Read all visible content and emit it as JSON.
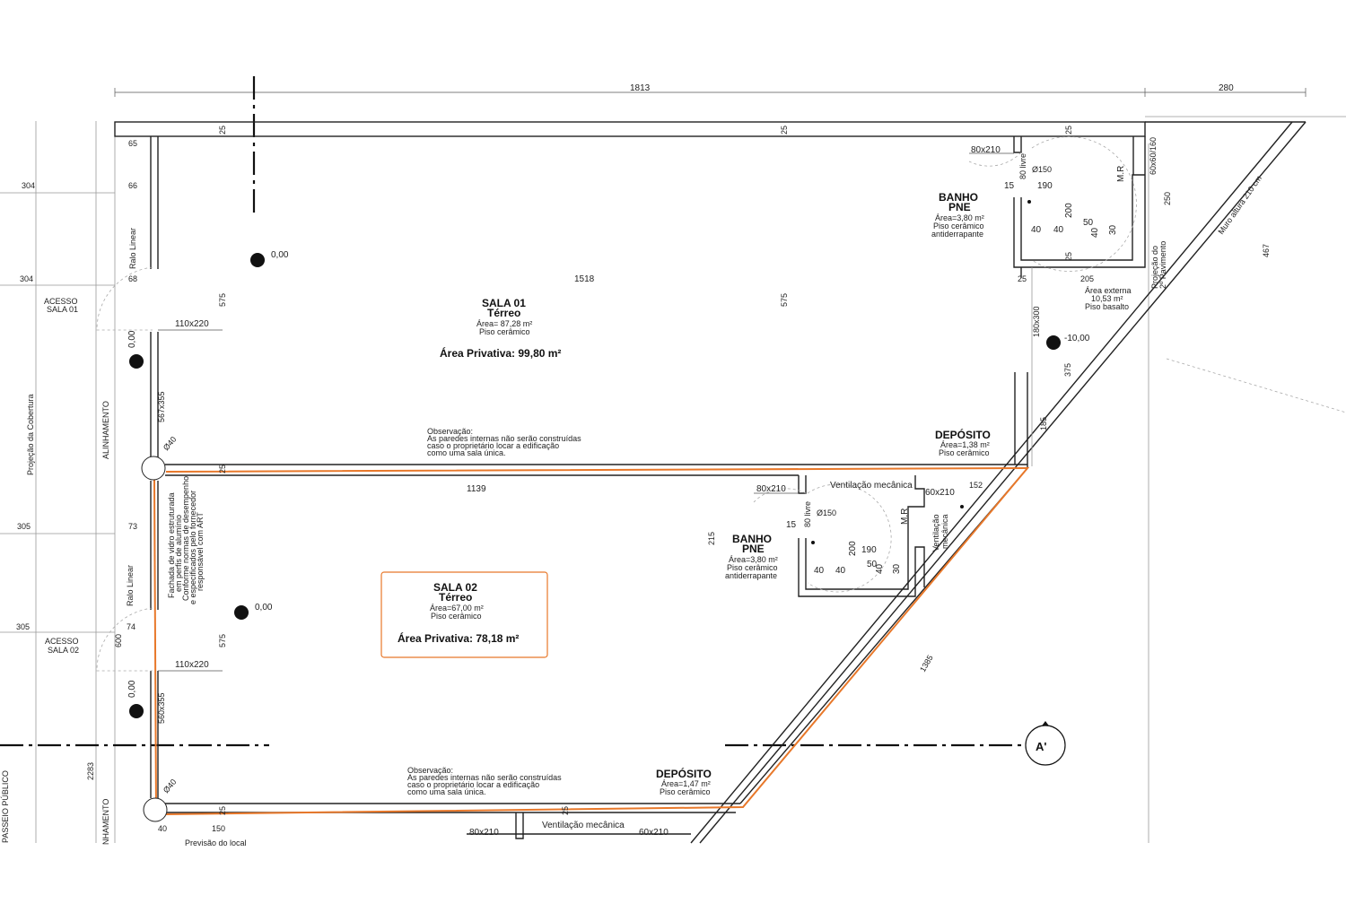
{
  "dimensions": {
    "top_total": "1813",
    "top_right": "280",
    "wall_25_a": "25",
    "wall_25_b": "25",
    "wall_25_c": "25",
    "left_65": "65",
    "left_66": "66",
    "left_68": "68",
    "left_73": "73",
    "left_74": "74",
    "outer_304_a": "304",
    "outer_304_b": "304",
    "outer_305_a": "305",
    "outer_305_b": "305",
    "sala01_width": "1518",
    "sala01_height_a": "575",
    "sala01_height_b": "575",
    "sala02_width": "1139",
    "sala02_height": "575",
    "door_600": "600",
    "window_1": "567x355",
    "window_2": "560x355",
    "door_1": "110x220",
    "door_2": "110x220",
    "total_2283": "2283",
    "right_250": "250",
    "right_467": "467",
    "right_375": "375",
    "right_185": "185",
    "door_180x300": "180x300",
    "dim_205": "205",
    "dim_25_ext": "25",
    "dim_25_bath": "25",
    "window_60x60": "60x60/160",
    "diag_1385": "1385",
    "dim_215": "215",
    "dim_152": "152",
    "bottom_40": "40",
    "bottom_150": "150",
    "bottom_25": "25",
    "bottom_25b": "25",
    "col_25_mid": "25",
    "column_1": "Ø40",
    "column_2": "Ø40"
  },
  "labels": {
    "alinhamento_1": "ALINHAMENTO",
    "alinhamento_2": "NHAMENTO",
    "projecao_cobertura": "Projeção da Cobertura",
    "passeio_publico": "PASSEIO PÚBLICO",
    "ralo_linear_1": "Ralo Linear",
    "ralo_linear_2": "Ralo Linear",
    "acesso_sala01_1": "ACESSO",
    "acesso_sala01_2": "SALA 01",
    "acesso_sala02_1": "ACESSO",
    "acesso_sala02_2": "SALA 02",
    "fachada": [
      "Fachada de vidro estruturada",
      "em perfis de alumínio",
      "Conforme normas de desempenho",
      "e especificados pelo fornecedor",
      "responsável com ART"
    ],
    "muro": "Muro altura 210 cm",
    "projecao_pav": [
      "Projeção do",
      "2º Pavimento"
    ],
    "previsao": "Previsão do local",
    "section_marker": "A'"
  },
  "levels": {
    "l1": "0,00",
    "l2": "0,00",
    "l3": "0,00",
    "l4": "0,00",
    "l5": "-10,00"
  },
  "sala01": {
    "title": "SALA 01",
    "subtitle": "Térreo",
    "area": "Área= 87,28 m²",
    "floor": "Piso cerâmico",
    "private": "Área Privativa: 99,80 m²",
    "note": [
      "Observação:",
      "As paredes internas não serão construídas",
      "caso o proprietário locar a edificação",
      "como uma sala única."
    ]
  },
  "sala02": {
    "title": "SALA 02",
    "subtitle": "Térreo",
    "area": "Área=67,00 m²",
    "floor": "Piso cerâmico",
    "private": "Área Privativa: 78,18 m²",
    "note": [
      "Observação:",
      "As paredes internas não serão construídas",
      "caso o proprietário locar a edificação",
      "como uma sala única."
    ]
  },
  "banho1": {
    "title1": "BANHO",
    "title2": "PNE",
    "area": "Área=3,80 m²",
    "floor1": "Piso cerâmico",
    "floor2": "antiderrapante",
    "door": "80x210",
    "livre": "80 livre",
    "circle": "Ø150",
    "d15": "15",
    "d190": "190",
    "d200": "200",
    "d40a": "40",
    "d40b": "40",
    "d50": "50",
    "d40c": "40",
    "d30": "30",
    "mr": "M.R"
  },
  "banho2": {
    "title1": "BANHO",
    "title2": "PNE",
    "area": "Área=3,80 m²",
    "floor1": "Piso cerâmico",
    "floor2": "antiderrapante",
    "door": "80x210",
    "livre": "80 livre",
    "circle": "Ø150",
    "d15": "15",
    "d190": "190",
    "d200": "200",
    "d40a": "40",
    "d40b": "40",
    "d50": "50",
    "d40c": "40",
    "d30": "30",
    "mr": "M.R",
    "vent": "Ventilação mecânica",
    "door2": "60x210",
    "vent2a": "Ventilação",
    "vent2b": "mecânica"
  },
  "deposito1": {
    "title": "DEPÓSITO",
    "area": "Área=1,38 m²",
    "floor": "Piso cerâmico"
  },
  "deposito2": {
    "title": "DEPÓSITO",
    "area": "Área=1,47 m²",
    "floor": "Piso cerâmico"
  },
  "area_externa": {
    "title": "Área externa",
    "area": "10,53 m²",
    "floor": "Piso basalto"
  },
  "bottom_room": {
    "door": "80x210",
    "vent": "Ventilação mecânica",
    "door2": "60x210"
  },
  "colors": {
    "accent": "#e8782a",
    "wall": "#222222"
  }
}
